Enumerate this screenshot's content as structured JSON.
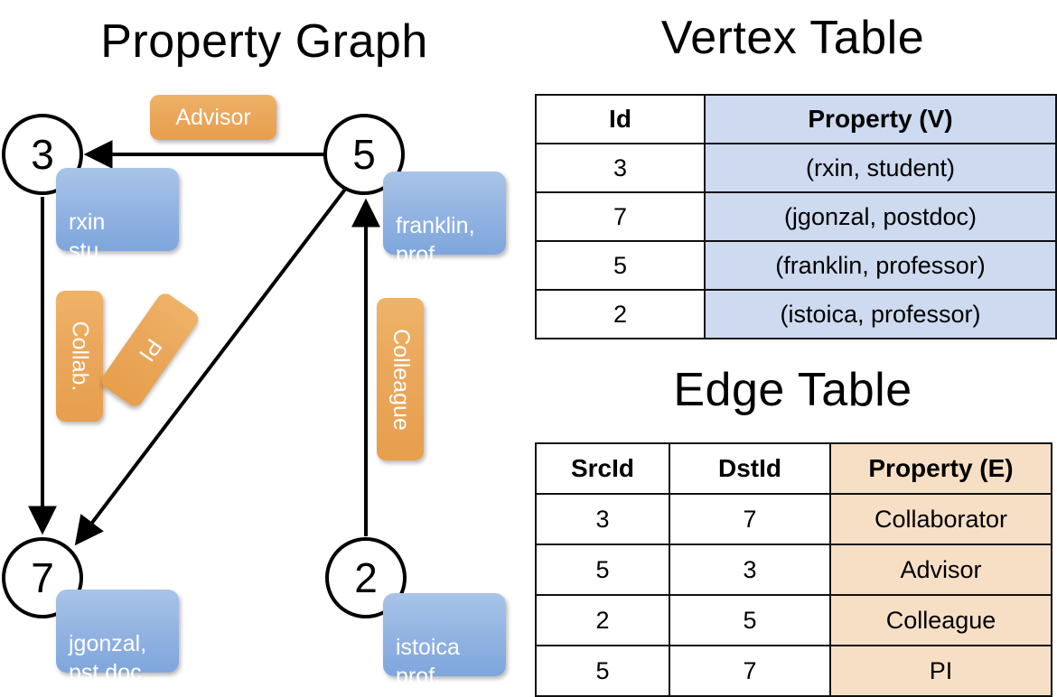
{
  "titles": {
    "property_graph": "Property Graph",
    "vertex_table": "Vertex Table",
    "edge_table": "Edge Table"
  },
  "graph": {
    "nodes": [
      {
        "id": "3",
        "label": "rxin\nstu."
      },
      {
        "id": "5",
        "label": "franklin,\nprof."
      },
      {
        "id": "7",
        "label": "jgonzal,\npst.doc."
      },
      {
        "id": "2",
        "label": "istoica\nprof."
      }
    ],
    "edge_labels": [
      {
        "name": "advisor",
        "text": "Advisor"
      },
      {
        "name": "collab",
        "text": "Collab."
      },
      {
        "name": "pi",
        "text": "PI"
      },
      {
        "name": "colleague",
        "text": "Colleague"
      }
    ]
  },
  "vertex_table": {
    "headers": [
      "Id",
      "Property (V)"
    ],
    "rows": [
      [
        "3",
        "(rxin, student)"
      ],
      [
        "7",
        "(jgonzal, postdoc)"
      ],
      [
        "5",
        "(franklin, professor)"
      ],
      [
        "2",
        "(istoica, professor)"
      ]
    ]
  },
  "edge_table": {
    "headers": [
      "SrcId",
      "DstId",
      "Property (E)"
    ],
    "rows": [
      [
        "3",
        "7",
        "Collaborator"
      ],
      [
        "5",
        "3",
        "Advisor"
      ],
      [
        "2",
        "5",
        "Colleague"
      ],
      [
        "5",
        "7",
        "PI"
      ]
    ]
  },
  "colors": {
    "vertex_header_fill": "#cddaef",
    "edge_header_fill": "#f7dfc6",
    "node_box_blue": "#8fb2e0",
    "edge_label_orange": "#eaa65a",
    "stroke": "#000000"
  }
}
